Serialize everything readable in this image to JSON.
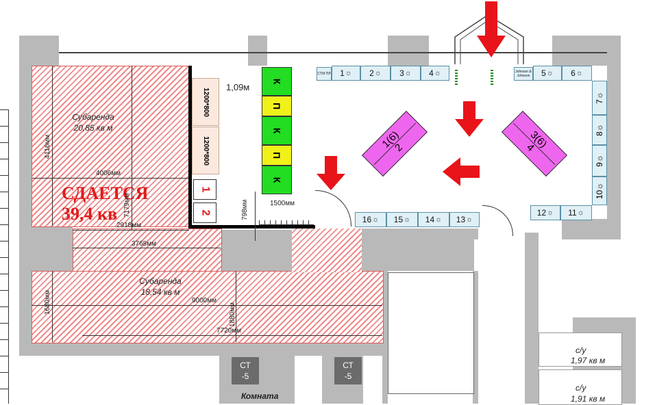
{
  "rooms": {
    "sublease_top": {
      "title": "Субаренда",
      "area": "20,85 кв м"
    },
    "sublease_bottom": {
      "title": "Субаренда",
      "area": "18,54 кв м"
    },
    "wc1": {
      "title": "с/у",
      "area": "1,97 кв м"
    },
    "wc2": {
      "title": "с/у",
      "area": "1,91 кв м"
    },
    "room_partial": "Комната"
  },
  "for_rent": {
    "line1": "СДАЕТСЯ",
    "line2": "39,4 кв"
  },
  "dimensions": {
    "d4116": "4116мм",
    "d4006": "4006мм",
    "d7179": "7179мм",
    "d2918": "2918мм",
    "d3768": "3768мм",
    "d1680": "1680мм",
    "d9000": "9000мм",
    "d1880": "1880мм",
    "d7720": "7720мм",
    "d798": "798мм",
    "d1500": "1500мм",
    "d109": "1,09м"
  },
  "tables": {
    "t1": "1200*800",
    "t2": "1200*800"
  },
  "slots_top": [
    "1",
    "2",
    "3",
    "4",
    "5",
    "6"
  ],
  "slots_right": [
    "7",
    "8",
    "9",
    "10"
  ],
  "slots_bottom_right": [
    "12",
    "11"
  ],
  "slots_bottom": [
    "16",
    "15",
    "14",
    "13"
  ],
  "small_labels": {
    "ctm": "CTM ПЛ",
    "johnson": "Johnson & Johnson"
  },
  "stands": [
    {
      "top": "1(6)",
      "bottom": "2"
    },
    {
      "top": "3(6)",
      "bottom": "4"
    }
  ],
  "kp_column": [
    "К",
    "П",
    "К",
    "П",
    "К"
  ],
  "numbered_boxes": [
    "1",
    "2"
  ],
  "columns": [
    {
      "line1": "СТ",
      "line2": "-5"
    },
    {
      "line1": "СТ",
      "line2": "-5"
    }
  ],
  "colors": {
    "wall": "#b9b9b9",
    "hatch": "#ee8a8a",
    "arrow": "#e8141a",
    "green": "#22dd22",
    "yellow": "#f1f11a",
    "magenta": "#ee66ee",
    "slot": "#dff0f6",
    "for_rent": "#e01b1b"
  }
}
